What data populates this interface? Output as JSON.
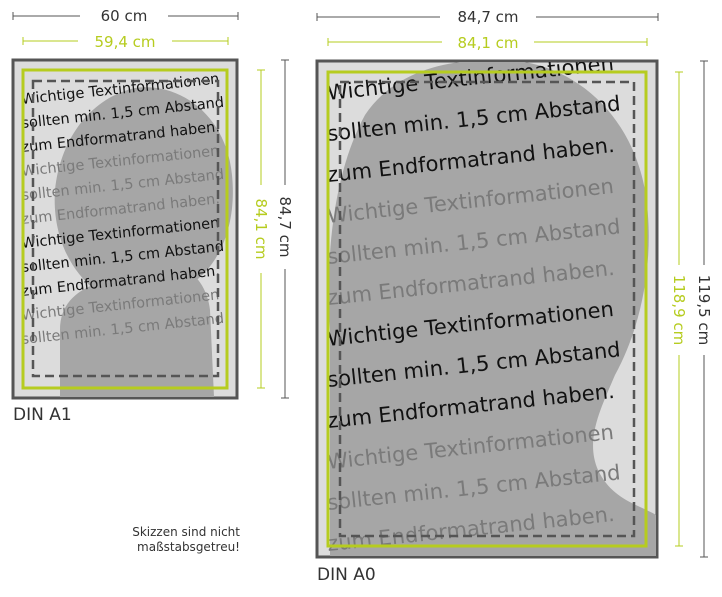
{
  "a1": {
    "outer_width": "60 cm",
    "trim_width": "59,4 cm",
    "outer_height": "84,7 cm",
    "trim_height": "84,1 cm",
    "name": "DIN A1",
    "lines": [
      {
        "text": "Wichtige Textinformationen",
        "style": "strong"
      },
      {
        "text": "sollten min. 1,5 cm Abstand",
        "style": "strong"
      },
      {
        "text": "zum Endformatrand haben.",
        "style": "strong"
      },
      {
        "text": "Wichtige Textinformationen",
        "style": "faint"
      },
      {
        "text": "sollten min. 1,5 cm Abstand",
        "style": "faint"
      },
      {
        "text": "zum Endformatrand haben.",
        "style": "faint"
      },
      {
        "text": "Wichtige Textinformationen",
        "style": "strong"
      },
      {
        "text": "sollten min. 1,5 cm Abstand",
        "style": "strong"
      },
      {
        "text": "zum Endformatrand haben.",
        "style": "strong"
      },
      {
        "text": "Wichtige Textinformationen",
        "style": "faint"
      },
      {
        "text": "sollten min. 1,5 cm Abstand",
        "style": "faint"
      }
    ]
  },
  "a0": {
    "outer_width": "84,7 cm",
    "trim_width": "84,1 cm",
    "outer_height": "119,5 cm",
    "trim_height": "118,9 cm",
    "name": "DIN A0",
    "lines": [
      {
        "text": "Wichtige Textinformationen",
        "style": "strong"
      },
      {
        "text": "sollten min. 1,5 cm Abstand",
        "style": "strong"
      },
      {
        "text": "zum Endformatrand haben.",
        "style": "strong"
      },
      {
        "text": "Wichtige Textinformationen",
        "style": "faint"
      },
      {
        "text": "sollten min. 1,5 cm Abstand",
        "style": "faint"
      },
      {
        "text": "zum Endformatrand haben.",
        "style": "faint"
      },
      {
        "text": "Wichtige Textinformationen",
        "style": "strong"
      },
      {
        "text": "sollten min. 1,5 cm Abstand",
        "style": "strong"
      },
      {
        "text": "zum Endformatrand haben.",
        "style": "strong"
      },
      {
        "text": "Wichtige Textinformationen",
        "style": "faint"
      },
      {
        "text": "sollten min. 1,5 cm Abstand",
        "style": "faint"
      },
      {
        "text": "zum Endformatrand haben.",
        "style": "faint"
      }
    ]
  },
  "note": {
    "line1": "Skizzen sind nicht",
    "line2": "maßstabsgetreu!"
  },
  "colors": {
    "frame_border": "#555555",
    "frame_fill": "#dcdcdc",
    "silhouette": "#a6a6a6",
    "trim_line": "#b6cc1f",
    "safe_zone_dash": "#555555",
    "dimension_line": "#555555",
    "text_strong": "#111111",
    "text_faint": "#7a7a7a"
  }
}
